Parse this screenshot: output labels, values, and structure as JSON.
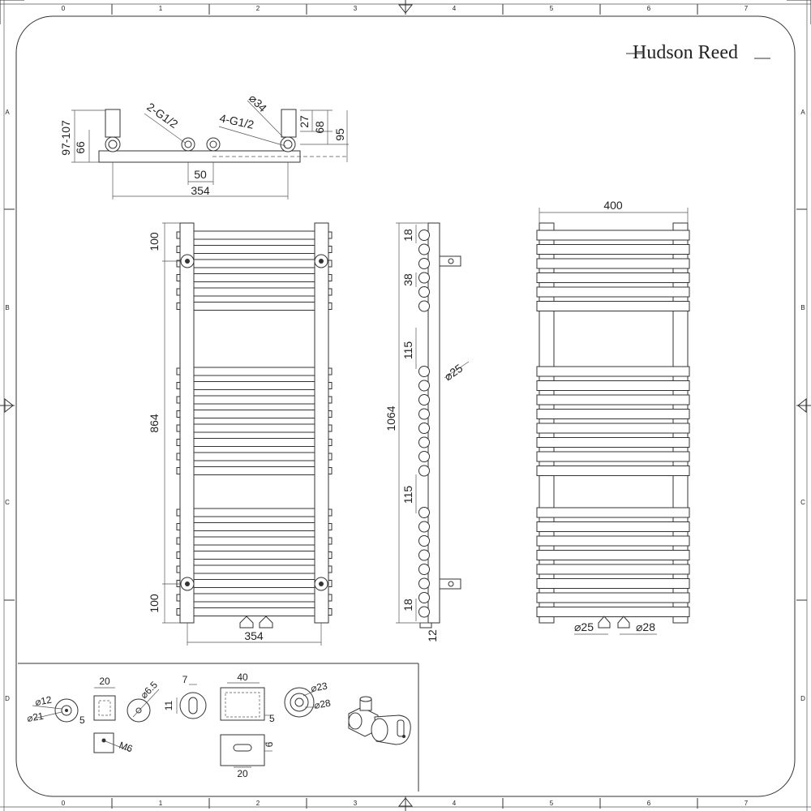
{
  "brand": {
    "name": "Hudson Reed"
  },
  "frame": {
    "columns": [
      "0",
      "1",
      "2",
      "3",
      "4",
      "5",
      "6",
      "7"
    ],
    "rows": [
      "A",
      "B",
      "C",
      "D"
    ]
  },
  "top_view": {
    "dims": {
      "range": "97-107",
      "h66": "66",
      "inlet2": "2-G1/2",
      "inlet4": "4-G1/2",
      "dia34": "⌀34",
      "h27": "27",
      "h68": "68",
      "h95": "95",
      "w50": "50",
      "w354": "354"
    }
  },
  "front_view": {
    "dims": {
      "top100": "100",
      "mid864": "864",
      "bot100": "100",
      "w354": "354"
    }
  },
  "side_view": {
    "dims": {
      "s18top": "18",
      "s38": "38",
      "s115a": "115",
      "dia25": "⌀25",
      "h1064": "1064",
      "s115b": "115",
      "s18bot": "18",
      "d12": "12"
    }
  },
  "back_view": {
    "dims": {
      "w400": "400",
      "d25": "⌀25",
      "d28": "⌀28"
    }
  },
  "details": {
    "d12": "⌀12",
    "d21": "⌀21",
    "five_a": "5",
    "twenty_a": "20",
    "m6": "M6",
    "d65": "⌀6.5",
    "seven": "7",
    "eleven": "11",
    "forty": "40",
    "five_b": "5",
    "six": "6",
    "twenty_b": "20",
    "d23": "⌀23",
    "d28": "⌀28"
  }
}
